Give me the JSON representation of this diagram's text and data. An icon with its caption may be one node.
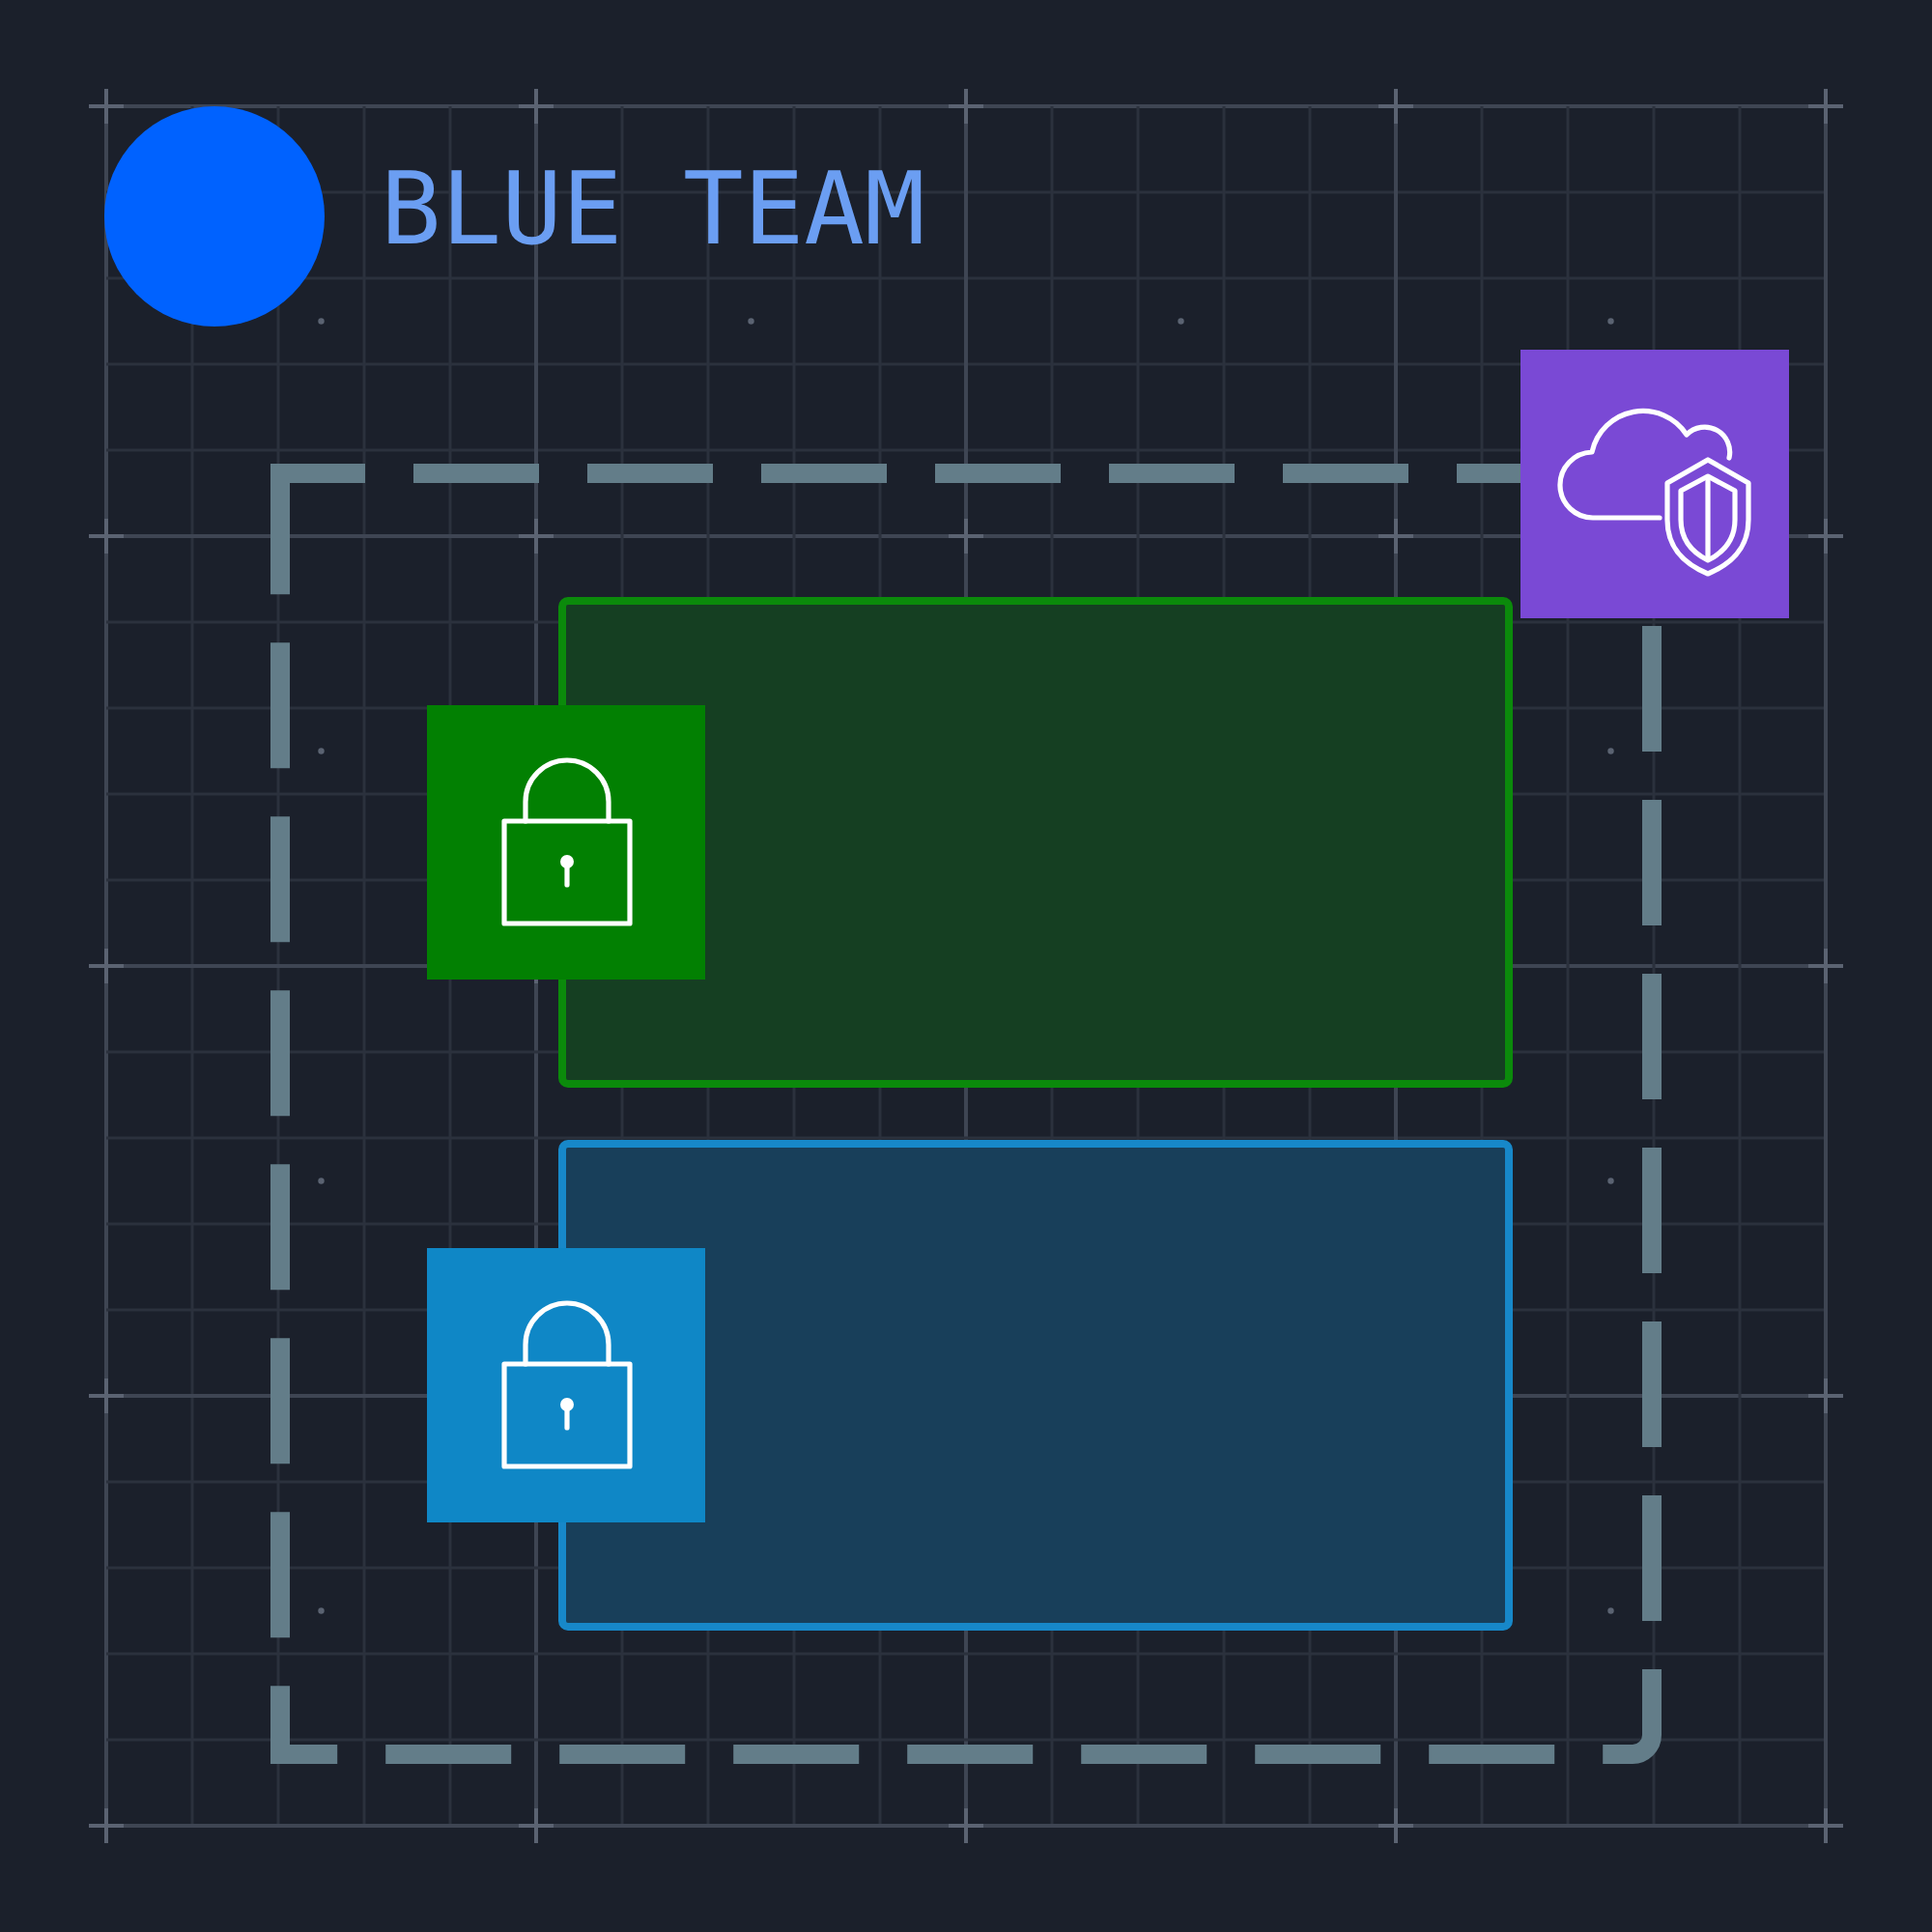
{
  "diagram": {
    "title": "BLUE TEAM",
    "nodes": [
      {
        "text": [],
        "shape": "box"
      },
      {
        "text": [],
        "shape": "box",
        "in": 0
      },
      {
        "text": [],
        "shape": "box",
        "in": 0
      }
    ]
  }
}
